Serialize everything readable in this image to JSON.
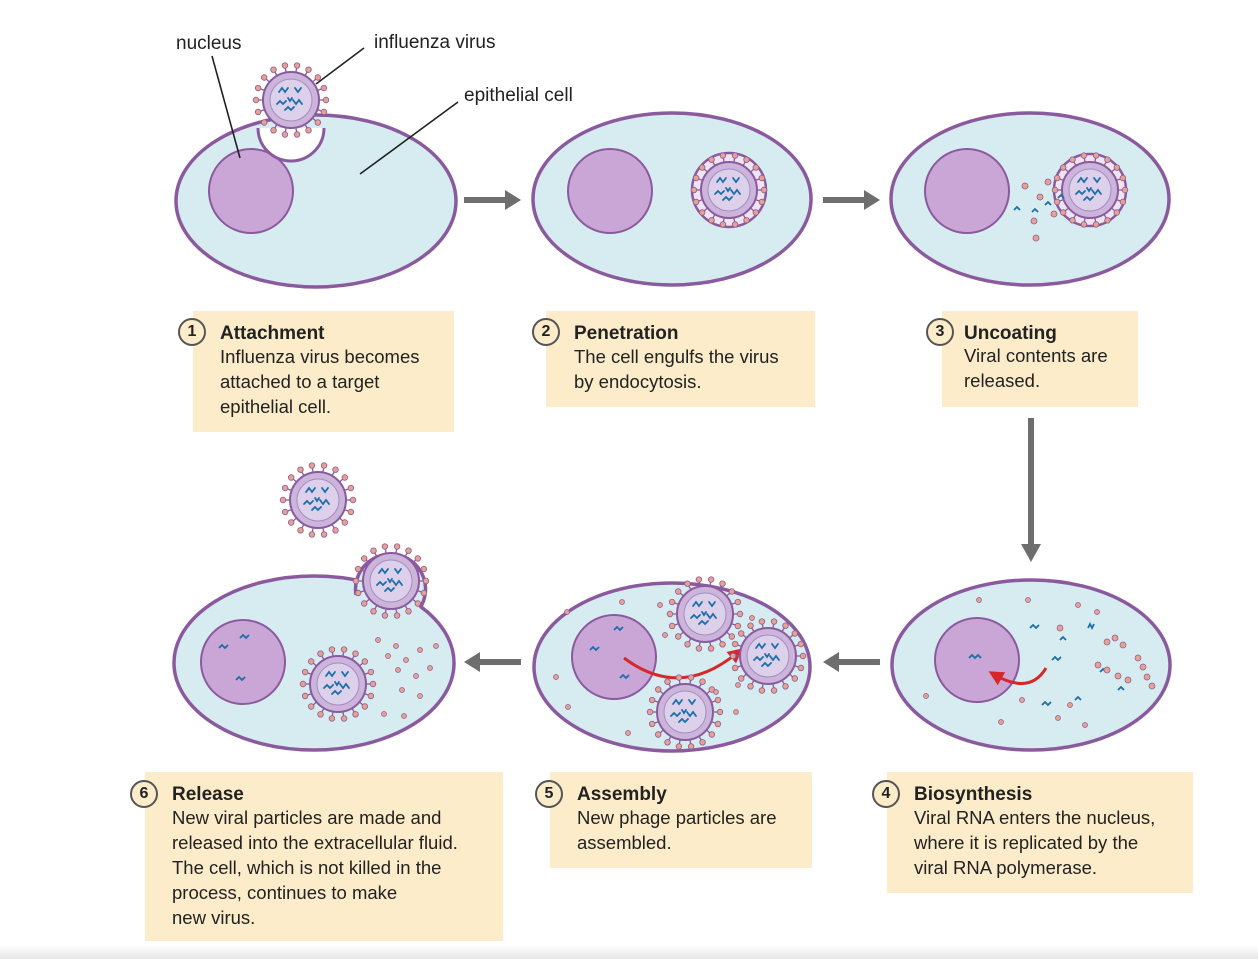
{
  "labels": {
    "nucleus": "nucleus",
    "influenza_virus": "influenza virus",
    "epithelial_cell": "epithelial cell"
  },
  "steps": [
    {
      "number": "1",
      "title": "Attachment",
      "description": "Influenza virus becomes\nattached to a target\nepithelial cell."
    },
    {
      "number": "2",
      "title": "Penetration",
      "description": "The cell engulfs the virus\nby endocytosis."
    },
    {
      "number": "3",
      "title": "Uncoating",
      "description": "Viral contents are\nreleased."
    },
    {
      "number": "4",
      "title": "Biosynthesis",
      "description": "Viral RNA enters the nucleus,\nwhere it is replicated by the\nviral RNA polymerase."
    },
    {
      "number": "5",
      "title": "Assembly",
      "description": "New phage particles are\nassembled."
    },
    {
      "number": "6",
      "title": "Release",
      "description": "New viral particles are made and\nreleased into the extracellular fluid.\nThe cell, which is not killed in the\nprocess, continues to make\nnew virus."
    }
  ],
  "colors": {
    "cell_fill": "#d7ecf1",
    "cell_outline": "#8b5a9e",
    "nucleus_fill": "#c9a6d6",
    "virus_fill": "#cbb5db",
    "virus_spike": "#e7a28e",
    "rna": "#1a6fa8",
    "arrow_gray": "#6e6e6e",
    "arrow_red": "#d62828",
    "box_fill": "#fcecc9"
  }
}
